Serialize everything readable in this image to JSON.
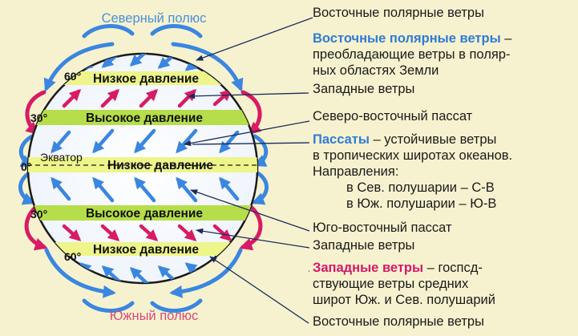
{
  "colors": {
    "background": "#f6f2cf",
    "polar_easterly": "#3a86e0",
    "westerly": "#d81b64",
    "trade_wind": "#3a86e0",
    "pressure_band": "#e8f07a",
    "high_pressure_band": "#b6dd4a",
    "pole_label": "#4a90d9"
  },
  "globe": {
    "north_pole_label": "Северный полюс",
    "south_pole_label": "Южный полюс",
    "equator_label": "Экватор",
    "latitudes": {
      "n60": "60°",
      "n30": "30°",
      "eq": "0°",
      "s30": "30°",
      "s60": "60°"
    },
    "bands": {
      "low_north": "Низкое давление",
      "high_north": "Высокое давление",
      "low_equator": "Низкое давление",
      "high_south": "Высокое давление",
      "low_south": "Низкое давление"
    }
  },
  "labels": {
    "polar_easterlies_top": "Восточные полярные ветры",
    "polar_def_term": "Восточные полярные ветры",
    "polar_def_rest": " –",
    "polar_def_line2": "преобладающие ветры в поляр-",
    "polar_def_line3": "ных областях Земли",
    "westerlies_north": "Западные ветры",
    "ne_trade": "Северо-восточный пассат",
    "trade_def_term": "Пассаты",
    "trade_def_rest": " – устойчивые ветры",
    "trade_def_line2": "в тропических широтах океанов.",
    "trade_def_line3": "Направления:",
    "trade_def_line4": "в Сев. полушарии – С-В",
    "trade_def_line5": "в Юж. полушарии – Ю-В",
    "se_trade": "Юго-восточный пассат",
    "westerlies_south": "Западные ветры",
    "west_def_term": "Западные ветры",
    "west_def_rest": " – госпсд-",
    "west_def_line2": "ствующие ветры средних",
    "west_def_line3": "широт Юж. и Сев. полушарий",
    "polar_easterlies_bottom": "Восточные полярные ветры"
  }
}
